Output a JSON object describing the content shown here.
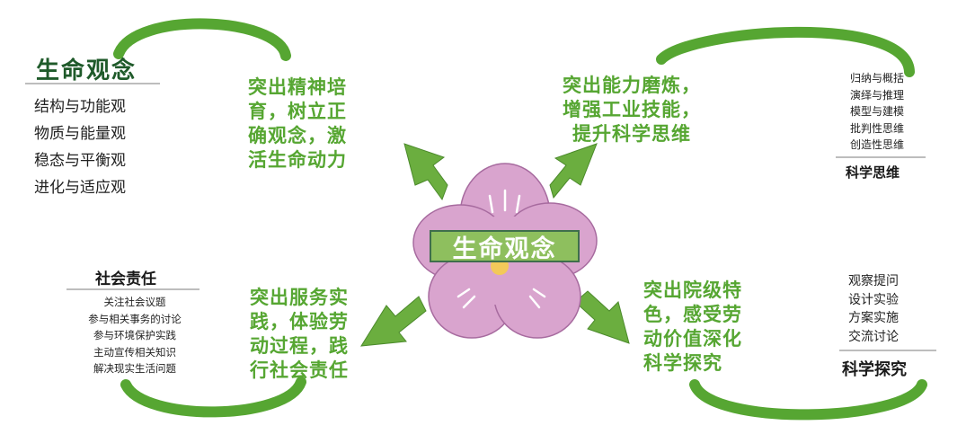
{
  "center": {
    "label": "生命观念"
  },
  "top_left": {
    "title": "生命观念",
    "items": [
      "结构与功能观",
      "物质与能量观",
      "稳态与平衡观",
      "进化与适应观"
    ]
  },
  "top_center_left": {
    "lines": [
      "突出精神培",
      "育，树立正",
      "确观念，激",
      "活生命动力"
    ]
  },
  "top_center_right": {
    "lines": [
      "突出能力磨炼，",
      "增强工业技能，",
      "提升科学思维"
    ]
  },
  "top_right": {
    "items": [
      "归纳与概括",
      "演绎与推理",
      "模型与建模",
      "批判性思维",
      "创造性思维"
    ],
    "title": "科学思维"
  },
  "bottom_left": {
    "title": "社会责任",
    "items": [
      "关注社会议题",
      "参与相关事务的讨论",
      "参与环境保护实践",
      "主动宣传相关知识",
      "解决现实生活问题"
    ]
  },
  "bottom_center_left": {
    "lines": [
      "突出服务实",
      "践，体验劳",
      "动过程，践",
      "行社会责任"
    ]
  },
  "bottom_center_right": {
    "lines": [
      "突出院级特",
      "色，感受劳",
      "动价值深化",
      "科学探究"
    ]
  },
  "bottom_right": {
    "items": [
      "观察提问",
      "设计实验",
      "方案实施",
      "交流讨论"
    ],
    "title": "科学探究"
  },
  "colors": {
    "green": "#56a632",
    "flower": "#d9a4ce",
    "petal_line": "#ffffff",
    "center_dot": "#f3c95a"
  }
}
